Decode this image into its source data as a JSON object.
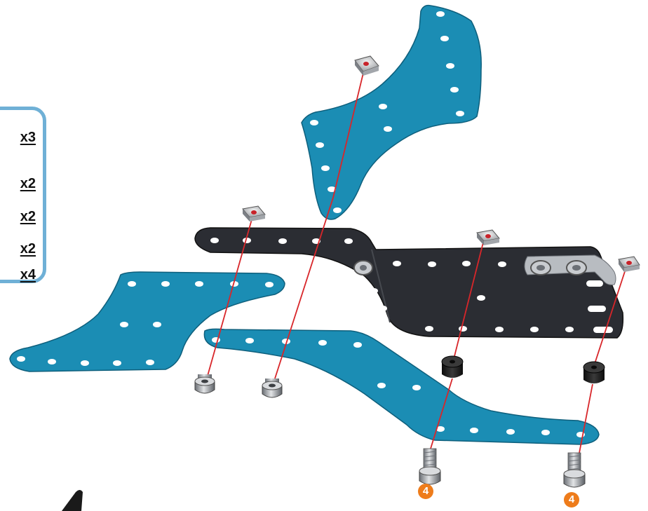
{
  "parts_list": {
    "quantities": [
      "x3",
      "x2",
      "x2",
      "x2",
      "x4"
    ]
  },
  "callouts": {
    "step_badge_left": "4",
    "step_badge_right": "4"
  },
  "colors": {
    "blue_plate": "#1b8db4",
    "black_plate": "#2b2d33",
    "panel_border": "#6fb0d6",
    "guide_line": "#d8262a",
    "badge": "#ee7c1b"
  }
}
